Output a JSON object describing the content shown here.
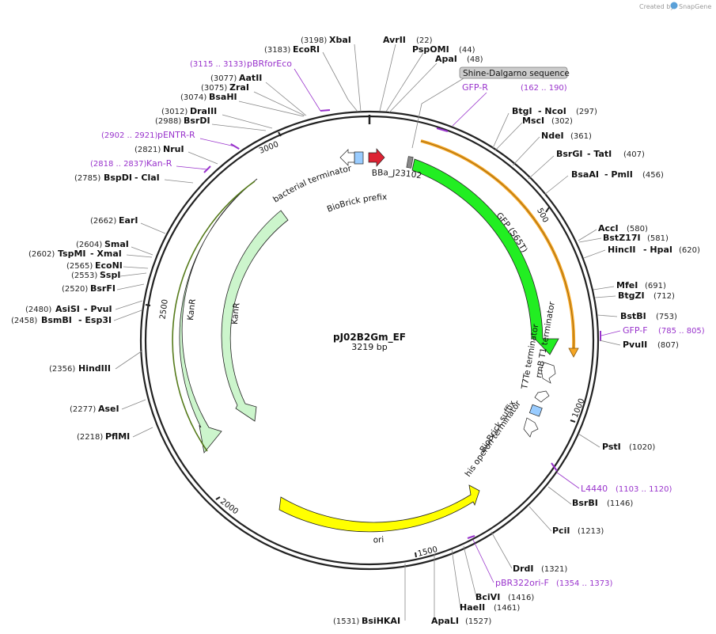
{
  "credit": {
    "created_by": "Created by",
    "brand": "SnapGene"
  },
  "plasmid": {
    "name": "pJ02B2Gm_EF",
    "size_label": "3219 bp",
    "length": 3219
  },
  "ticks": [
    "500",
    "1000",
    "1500",
    "2000",
    "2500",
    "3000"
  ],
  "sites": [
    {
      "name": "XbaI",
      "pos": "(3198)"
    },
    {
      "name": "EcoRI",
      "pos": "(3183)"
    },
    {
      "name": "AvrII",
      "pos": "(22)"
    },
    {
      "name": "PspOMI",
      "pos": "(44)"
    },
    {
      "name": "ApaI",
      "pos": "(48)"
    },
    {
      "name": "AatII",
      "pos": "(3077)"
    },
    {
      "name": "ZraI",
      "pos": "(3075)"
    },
    {
      "name": "BsaHI",
      "pos": "(3074)"
    },
    {
      "name": "DraIII",
      "pos": "(3012)"
    },
    {
      "name": "BsrDI",
      "pos": "(2988)"
    },
    {
      "name": "NruI",
      "pos": "(2821)"
    },
    {
      "name": "BspDI",
      "pos": "(2785)",
      "extra": "ClaI"
    },
    {
      "name": "EarI",
      "pos": "(2662)"
    },
    {
      "name": "SmaI",
      "pos": "(2604)"
    },
    {
      "name": "TspMI",
      "pos": "(2602)",
      "extra": "XmaI"
    },
    {
      "name": "EcoNI",
      "pos": "(2565)"
    },
    {
      "name": "SspI",
      "pos": "(2553)"
    },
    {
      "name": "BsrFI",
      "pos": "(2520)"
    },
    {
      "name": "AsiSI",
      "pos": "(2480)",
      "extra": "PvuI"
    },
    {
      "name": "BsmBI",
      "pos": "(2458)",
      "extra": "Esp3I"
    },
    {
      "name": "HindIII",
      "pos": "(2356)"
    },
    {
      "name": "AseI",
      "pos": "(2277)"
    },
    {
      "name": "PflMI",
      "pos": "(2218)"
    },
    {
      "name": "BtgI",
      "pos": "(297)",
      "extra": "NcoI"
    },
    {
      "name": "MscI",
      "pos": "(302)"
    },
    {
      "name": "NdeI",
      "pos": "(361)"
    },
    {
      "name": "BsrGI",
      "pos": "(407)",
      "extra": "TatI"
    },
    {
      "name": "BsaAI",
      "pos": "(456)",
      "extra": "PmlI"
    },
    {
      "name": "AccI",
      "pos": "(580)"
    },
    {
      "name": "BstZ17I",
      "pos": "(581)"
    },
    {
      "name": "HincII",
      "pos": "(620)",
      "extra": "HpaI"
    },
    {
      "name": "MfeI",
      "pos": "(691)"
    },
    {
      "name": "BtgZI",
      "pos": "(712)"
    },
    {
      "name": "BstBI",
      "pos": "(753)"
    },
    {
      "name": "PvuII",
      "pos": "(807)"
    },
    {
      "name": "PstI",
      "pos": "(1020)"
    },
    {
      "name": "BsrBI",
      "pos": "(1146)"
    },
    {
      "name": "PciI",
      "pos": "(1213)"
    },
    {
      "name": "DrdI",
      "pos": "(1321)"
    },
    {
      "name": "BciVI",
      "pos": "(1416)"
    },
    {
      "name": "HaeII",
      "pos": "(1461)"
    },
    {
      "name": "BsiHKAI",
      "pos": "(1531)"
    },
    {
      "name": "ApaLI",
      "pos": "(1527)"
    }
  ],
  "primers": [
    {
      "name": "pBRforEco",
      "range": "(3115 .. 3133)"
    },
    {
      "name": "pENTR-R",
      "range": "(2902 .. 2921)"
    },
    {
      "name": "Kan-R",
      "range": "(2818 .. 2837)"
    },
    {
      "name": "GFP-R",
      "range": "(162 .. 190)"
    },
    {
      "name": "GFP-F",
      "range": "(785 .. 805)"
    },
    {
      "name": "L4440",
      "range": "(1103 .. 1120)"
    },
    {
      "name": "pBR322ori-F",
      "range": "(1354 .. 1373)"
    }
  ],
  "features": {
    "shine_dalgarno": "Shine-Dalgarno sequence",
    "gfp": "GFP (S65T)",
    "bba": "BBa_J23102",
    "biobrick_prefix": "BioBrick prefix",
    "bacterial_terminator": "bacterial terminator",
    "t7te": "T7Te terminator",
    "rrnb": "rrnB T1 terminator",
    "biobrick_suffix": "BioBrick suffix",
    "his_operon": "his operon terminator",
    "ori": "ori",
    "kanr_outer": "KanR",
    "kanr_inner": "KanR"
  },
  "colors": {
    "backbone": "#222222",
    "gfp": "#22ee22",
    "ori": "#ffff00",
    "kanr": "#ccf5cc",
    "promoter": "#dd2233",
    "rbs_box": "#99ccff",
    "primer": "#9933cc",
    "orange_bar": "#f5a623"
  }
}
